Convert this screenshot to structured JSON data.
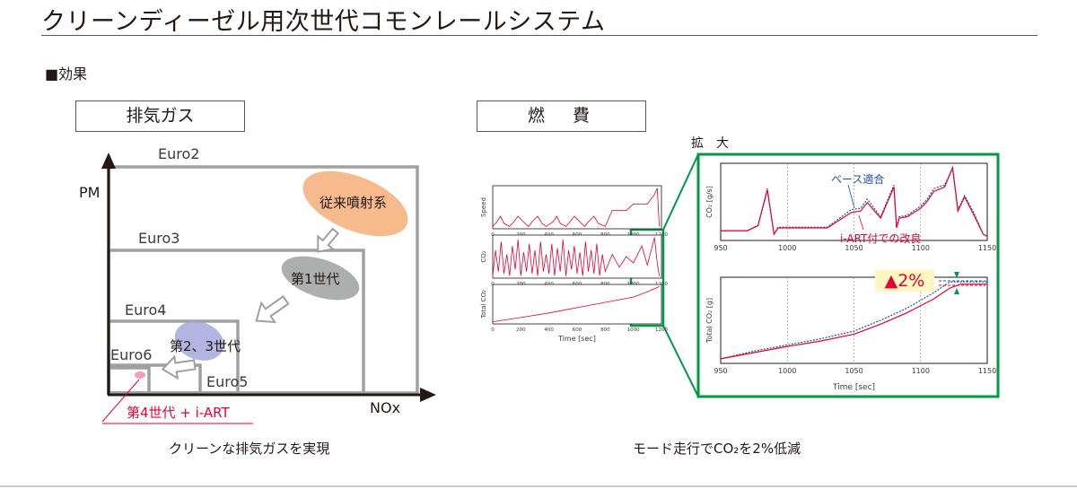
{
  "page": {
    "title": "クリーンディーゼル用次世代コモンレールシステム",
    "section_label": "■効果"
  },
  "emissions": {
    "header": "排気ガス",
    "y_axis_label": "PM",
    "x_axis_label": "NOx",
    "euro_labels": [
      "Euro2",
      "Euro3",
      "Euro4",
      "Euro5",
      "Euro6"
    ],
    "bubble_conventional": "従来噴射系",
    "bubble_gen1": "第1世代",
    "bubble_gen23": "第2、3世代",
    "gen4_label": "第4世代 + i-ART",
    "caption": "クリーンな排気ガスを実現"
  },
  "fuel": {
    "header": "燃　費",
    "zoom_label": "拡　大",
    "caption": "モード走行でCO₂を2%低減",
    "base_label": "ベース適合",
    "iart_label": "i-ART付での改良",
    "improvement_label": "▲2%"
  },
  "chart_data": [
    {
      "type": "line",
      "title": "",
      "ylabel": "Speed",
      "xlabel": "",
      "xlim": [
        0,
        1200
      ],
      "x_ticks": [
        "0",
        "200",
        "400",
        "600",
        "800",
        "1000",
        "1200"
      ],
      "series": [
        {
          "x": [
            0,
            30,
            55,
            80,
            120,
            150,
            180,
            230,
            255,
            280,
            320,
            350,
            380,
            430,
            455,
            480,
            520,
            550,
            580,
            630,
            655,
            680,
            720,
            750,
            800,
            850,
            900,
            950,
            1000,
            1060,
            1100,
            1150,
            1170,
            1185
          ],
          "y": [
            0,
            15,
            32,
            10,
            0,
            15,
            32,
            10,
            0,
            15,
            32,
            10,
            0,
            15,
            32,
            10,
            0,
            15,
            32,
            10,
            0,
            15,
            32,
            10,
            0,
            50,
            50,
            50,
            70,
            70,
            70,
            100,
            120,
            0
          ]
        }
      ],
      "colors": {
        "series": "#e60033",
        "frame": "#231815"
      }
    },
    {
      "type": "line",
      "title": "",
      "ylabel": "CO₂",
      "xlabel": "",
      "xlim": [
        0,
        1200
      ],
      "x_ticks": [
        "0",
        "200",
        "400",
        "600",
        "800",
        "1000",
        "1200"
      ],
      "series": [
        {
          "x": [
            0,
            20,
            40,
            60,
            80,
            100,
            120,
            140,
            160,
            180,
            200,
            220,
            240,
            260,
            280,
            300,
            320,
            340,
            360,
            380,
            400,
            420,
            440,
            460,
            480,
            500,
            520,
            540,
            560,
            580,
            600,
            620,
            640,
            660,
            680,
            700,
            720,
            740,
            760,
            780,
            800,
            850,
            900,
            950,
            1000,
            1060,
            1100,
            1150,
            1170,
            1185
          ],
          "y": [
            10,
            70,
            20,
            90,
            15,
            60,
            10,
            80,
            25,
            95,
            10,
            65,
            20,
            85,
            15,
            70,
            10,
            90,
            20,
            60,
            15,
            85,
            10,
            75,
            20,
            95,
            10,
            70,
            25,
            80,
            15,
            65,
            10,
            90,
            20,
            70,
            15,
            85,
            10,
            60,
            20,
            60,
            30,
            55,
            40,
            80,
            35,
            100,
            40,
            10
          ]
        }
      ],
      "colors": {
        "series": "#e60033",
        "frame": "#231815"
      }
    },
    {
      "type": "line",
      "title": "",
      "ylabel": "Total CO₂",
      "xlabel": "Time [sec]",
      "xlim": [
        0,
        1200
      ],
      "x_ticks": [
        "0",
        "200",
        "400",
        "600",
        "800",
        "1000",
        "1200"
      ],
      "series": [
        {
          "x": [
            0,
            200,
            400,
            600,
            800,
            1000,
            1100,
            1185
          ],
          "y": [
            0,
            12,
            25,
            40,
            55,
            70,
            85,
            100
          ]
        }
      ],
      "colors": {
        "series": "#e60033",
        "frame": "#231815"
      }
    },
    {
      "type": "line",
      "title": "",
      "ylabel": "CO₂ [g/s]",
      "xlabel": "",
      "xlim": [
        950,
        1150
      ],
      "x_ticks": [
        "950",
        "1000",
        "1050",
        "1100",
        "1150"
      ],
      "series": [
        {
          "name": "ベース適合",
          "x": [
            950,
            970,
            978,
            985,
            990,
            993,
            1000,
            1030,
            1048,
            1055,
            1060,
            1070,
            1080,
            1082,
            1084,
            1090,
            1100,
            1105,
            1110,
            1118,
            1124,
            1128,
            1133,
            1140,
            1147,
            1150
          ],
          "y": [
            0.1,
            0.1,
            0.18,
            0.7,
            0.05,
            0.15,
            0.15,
            0.15,
            0.4,
            0.42,
            0.55,
            0.3,
            0.75,
            0.15,
            0.3,
            0.32,
            0.45,
            0.55,
            0.7,
            0.75,
            0.98,
            0.4,
            0.6,
            0.35,
            0.05,
            0.02
          ]
        },
        {
          "name": "i-ART付での改良",
          "x": [
            950,
            970,
            978,
            985,
            990,
            993,
            1000,
            1030,
            1048,
            1055,
            1060,
            1070,
            1080,
            1082,
            1084,
            1090,
            1100,
            1105,
            1110,
            1118,
            1124,
            1128,
            1133,
            1140,
            1147,
            1150
          ],
          "y": [
            0.1,
            0.1,
            0.17,
            0.68,
            0.05,
            0.14,
            0.14,
            0.14,
            0.36,
            0.38,
            0.5,
            0.28,
            0.72,
            0.14,
            0.28,
            0.3,
            0.42,
            0.52,
            0.66,
            0.72,
            1.0,
            0.38,
            0.58,
            0.32,
            0.05,
            0.02
          ]
        }
      ],
      "colors": {
        "base": "#1d50a2",
        "iart": "#e60033",
        "frame": "#231815"
      }
    },
    {
      "type": "line",
      "title": "",
      "ylabel": "Total CO₂ [g]",
      "xlabel": "Time [sec]",
      "xlim": [
        950,
        1150
      ],
      "x_ticks": [
        "950",
        "1000",
        "1050",
        "1100",
        "1150"
      ],
      "series": [
        {
          "name": "ベース適合",
          "x": [
            950,
            975,
            1000,
            1025,
            1050,
            1070,
            1090,
            1110,
            1122,
            1130,
            1150
          ],
          "y": [
            0.0,
            0.1,
            0.18,
            0.26,
            0.36,
            0.5,
            0.66,
            0.86,
            1.0,
            1.0,
            1.0
          ]
        },
        {
          "name": "i-ART付での改良",
          "x": [
            950,
            975,
            1000,
            1025,
            1050,
            1070,
            1090,
            1110,
            1122,
            1130,
            1150
          ],
          "y": [
            0.0,
            0.08,
            0.16,
            0.23,
            0.32,
            0.45,
            0.6,
            0.78,
            0.92,
            0.97,
            0.97
          ]
        }
      ],
      "colors": {
        "base": "#1d50a2",
        "iart": "#e60033",
        "frame": "#231815"
      }
    }
  ],
  "colors": {
    "text": "#231815",
    "rule": "#595757",
    "euro_box": "#9fa0a0",
    "bubble_orange": "#f6b37f",
    "bubble_gray": "#9fa0a0",
    "bubble_purple": "#a4a8db",
    "gen4_pink": "#f19ec2",
    "accent_red": "#e60033",
    "zoom_green": "#009944",
    "label_blue": "#1d50a2",
    "highlight_yellow": "#fff6c1"
  }
}
